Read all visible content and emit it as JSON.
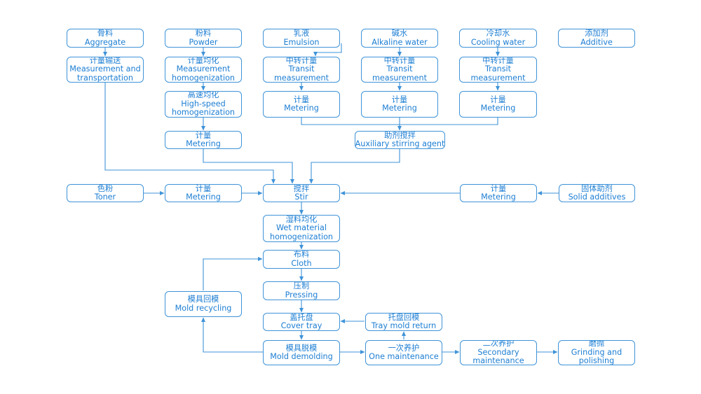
{
  "colors": {
    "line": "#3f93d8",
    "text": "#1d7ed3"
  },
  "nodes": {
    "aggregate": [
      "骨料",
      "Aggregate"
    ],
    "powder": [
      "粉料",
      "Powder"
    ],
    "emulsion": [
      "乳液",
      "Emulsion"
    ],
    "alkaline_water": [
      "碱水",
      "Alkaline water"
    ],
    "cooling_water": [
      "冷却水",
      "Cooling water"
    ],
    "additive": [
      "添加剂",
      "Additive"
    ],
    "measure_transport": [
      "计量输送",
      "Measurement and",
      "transportation"
    ],
    "measure_homog": [
      "计量均化",
      "Measurement",
      "homogenization"
    ],
    "transit_1": [
      "中转计量",
      "Transit",
      "measurement"
    ],
    "transit_2": [
      "中转计量",
      "Transit",
      "measurement"
    ],
    "transit_3": [
      "中转计量",
      "Transit",
      "measurement"
    ],
    "highspeed_homog": [
      "高速均化",
      "High-speed",
      "homogenization"
    ],
    "metering_1": [
      "计量",
      "Metering"
    ],
    "metering_2": [
      "计量",
      "Metering"
    ],
    "metering_3": [
      "计量",
      "Metering"
    ],
    "metering_powder": [
      "计量",
      "Metering"
    ],
    "aux_stirring": [
      "助剂搅拌",
      "Auxiliary stirring agent"
    ],
    "toner": [
      "色粉",
      "Toner"
    ],
    "metering_toner": [
      "计量",
      "Metering"
    ],
    "stir": [
      "搅拌",
      "Stir"
    ],
    "metering_solid": [
      "计量",
      "Metering"
    ],
    "solid_additives": [
      "固体助剂",
      "Solid additives"
    ],
    "wet_homog": [
      "湿料均化",
      "Wet material",
      "homogenization"
    ],
    "cloth": [
      "布料",
      "Cloth"
    ],
    "pressing": [
      "压制",
      "Pressing"
    ],
    "mold_recycling": [
      "模具回模",
      "Mold recycling"
    ],
    "cover_tray": [
      "盖托盘",
      "Cover tray"
    ],
    "tray_mold_return": [
      "托盘回模",
      "Tray mold return"
    ],
    "mold_demolding": [
      "模具脱模",
      "Mold demolding"
    ],
    "one_maintenance": [
      "一次养护",
      "One maintenance"
    ],
    "secondary_maintenance": [
      "二次养护",
      "Secondary",
      "maintenance"
    ],
    "grinding_polishing": [
      "磨抛",
      "Grinding and",
      "polishing"
    ]
  }
}
